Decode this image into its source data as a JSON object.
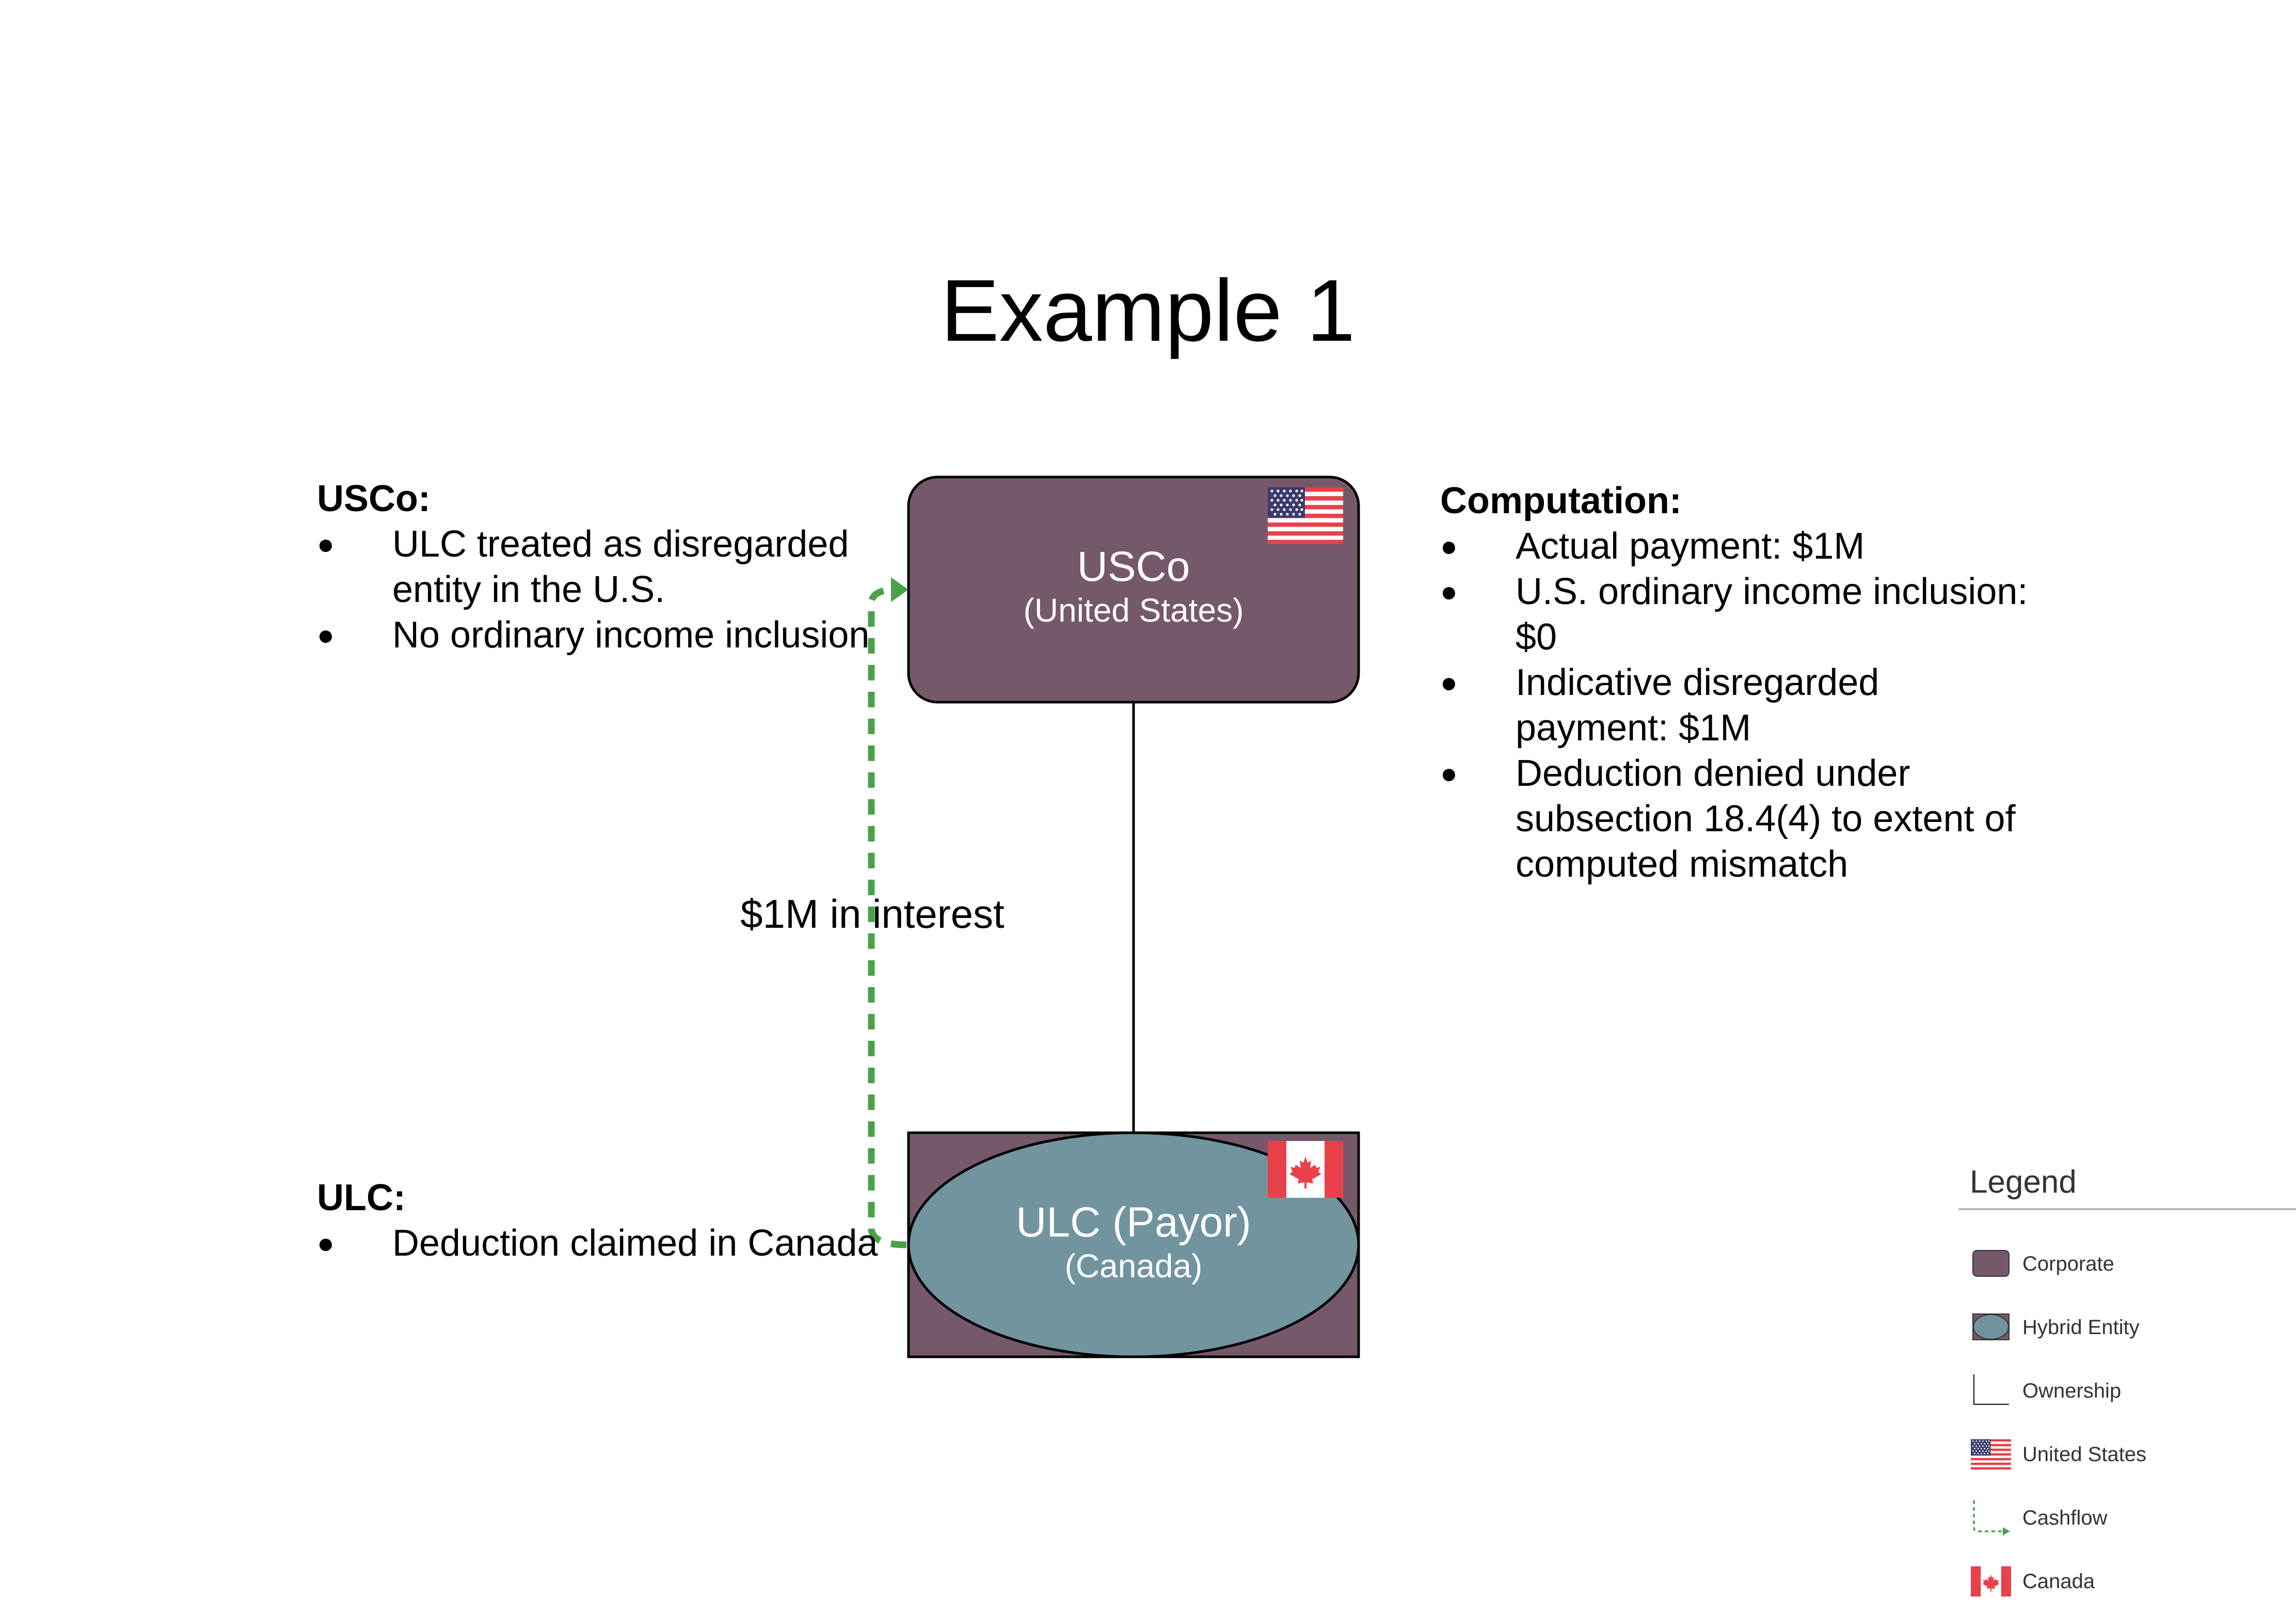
{
  "title": "Example 1",
  "usco_note": {
    "heading": "USCo:",
    "bullets": [
      "ULC treated as disregarded entity in the U.S.",
      "No ordinary income inclusion"
    ]
  },
  "computation_note": {
    "heading": "Computation:",
    "bullets": [
      "Actual payment: $1M",
      "U.S. ordinary income inclusion: $0",
      "Indicative disregarded payment: $1M",
      "Deduction denied under subsection 18.4(4) to extent of computed mismatch"
    ]
  },
  "ulc_note": {
    "heading": "ULC:",
    "bullets": [
      "Deduction claimed in Canada"
    ]
  },
  "bullet_glyph": "●",
  "entities": {
    "usco": {
      "name": "USCo",
      "country": "(United States)",
      "flag": "us-flag-icon"
    },
    "ulc": {
      "name": "ULC (Payor)",
      "country": "(Canada)",
      "flag": "canada-flag-icon"
    }
  },
  "cashflow": {
    "label": "$1M in interest"
  },
  "legend": {
    "title": "Legend",
    "items": [
      {
        "label": "Corporate",
        "icon": "corporate-swatch-icon"
      },
      {
        "label": "Hybrid Entity",
        "icon": "hybrid-entity-swatch-icon"
      },
      {
        "label": "Ownership",
        "icon": "ownership-line-icon"
      },
      {
        "label": "United States",
        "icon": "us-flag-icon"
      },
      {
        "label": "Cashflow",
        "icon": "cashflow-arrow-icon"
      },
      {
        "label": "Canada",
        "icon": "canada-flag-icon"
      }
    ]
  },
  "colors": {
    "corporate": "#76586b",
    "hybrid": "#71949f",
    "cashflow": "#4aa14a",
    "flag_red": "#e8414b",
    "flag_blue": "#3c3b6e"
  }
}
